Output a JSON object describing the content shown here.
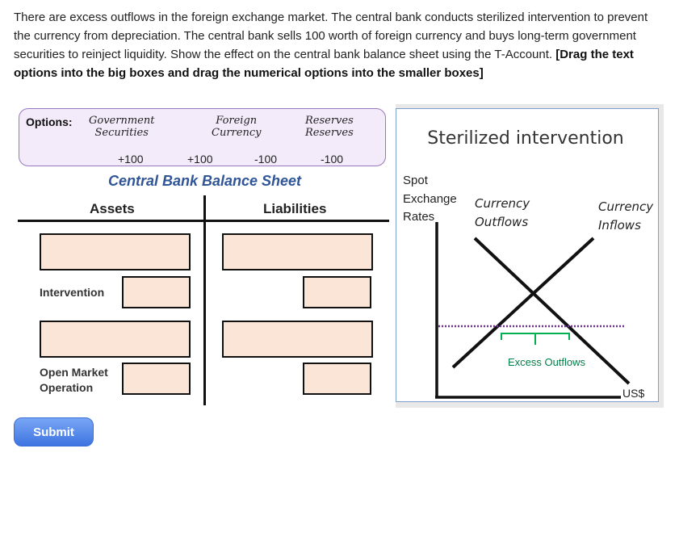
{
  "question": {
    "text": "There are excess outflows in the foreign exchange market. The central bank conducts sterilized intervention to prevent the currency from depreciation. The central bank sells 100 worth of foreign currency and buys long-term government securities to reinject liquidity. Show the effect on the central bank balance sheet using the T-Account. ",
    "instruction": "[Drag the text options into the big boxes and drag the numerical options into the smaller boxes]"
  },
  "options": {
    "label": "Options:",
    "text_options": [
      {
        "line1": "Government",
        "line2": "Securities"
      },
      {
        "line1": "Foreign",
        "line2": "Currency"
      },
      {
        "line1": "Reserves",
        "line2": "Reserves"
      }
    ],
    "numeric_options": [
      "+100",
      "+100",
      "-100",
      "-100"
    ]
  },
  "balance_sheet": {
    "title": "Central Bank Balance Sheet",
    "assets_label": "Assets",
    "liabilities_label": "Liabilities",
    "row_intervention": "Intervention",
    "row_open_market_line1": "Open Market",
    "row_open_market_line2": "Operation"
  },
  "graph": {
    "title": "Sterilized intervention",
    "y_label_lines": [
      "Spot",
      "Exchange",
      "Rates"
    ],
    "x_label": "US$",
    "curve_outflows_lines": [
      "Currency",
      "Outflows"
    ],
    "curve_inflows_lines": [
      "Currency",
      "Inflows"
    ],
    "gap_label": "Excess Outflows",
    "colors": {
      "peg_line": "#7030a0",
      "gap_bracket": "#00b050",
      "gap_label": "#00804a"
    }
  },
  "submit_label": "Submit"
}
